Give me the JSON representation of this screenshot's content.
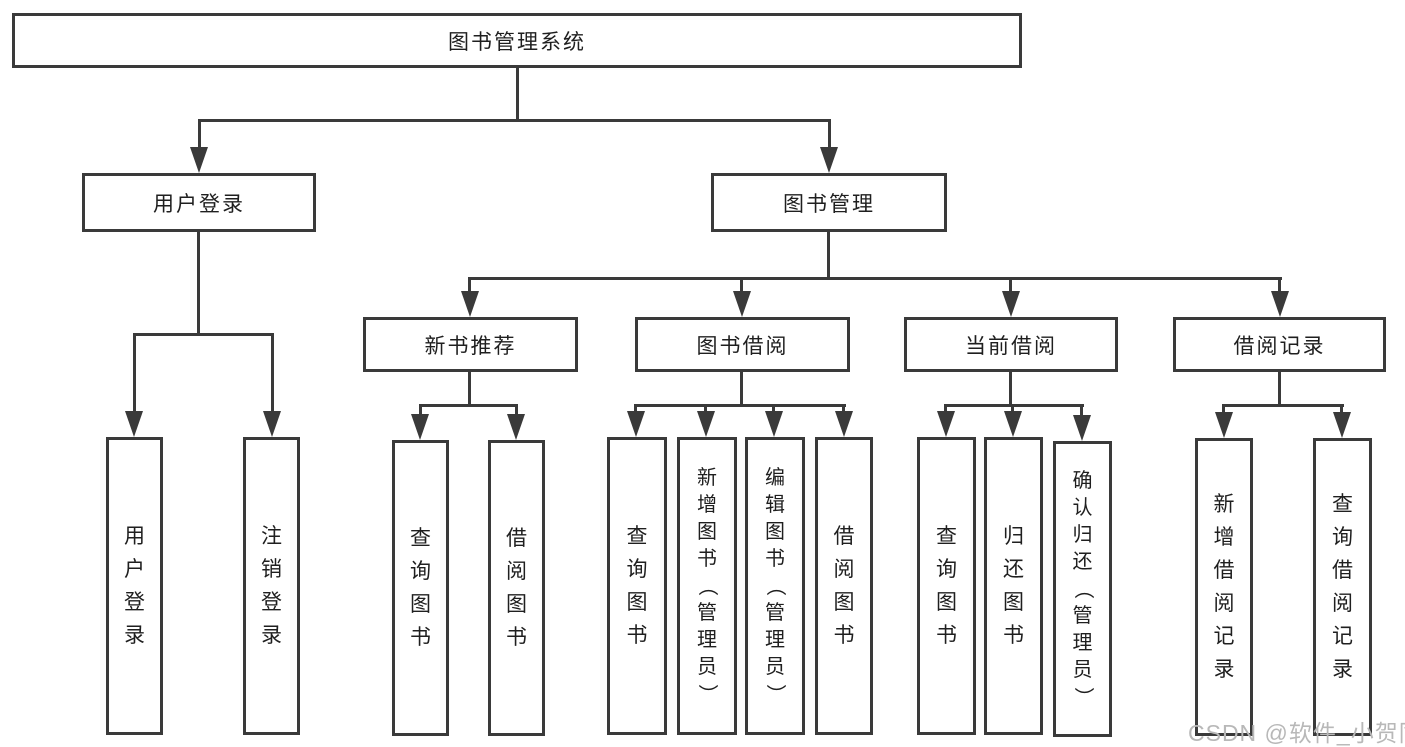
{
  "diagram": {
    "title": "图书管理系统",
    "level2": {
      "user_login": "用户登录",
      "book_management": "图书管理"
    },
    "level3": {
      "new_book_rec": "新书推荐",
      "book_borrow": "图书借阅",
      "current_borrow": "当前借阅",
      "borrow_record": "借阅记录"
    },
    "leaves": {
      "user_login_children": [
        "用户登录",
        "注销登录"
      ],
      "new_book_rec_children": [
        "查询图书",
        "借阅图书"
      ],
      "book_borrow_children": [
        "查询图书",
        "新增图书（管理员）",
        "编辑图书（管理员）",
        "借阅图书"
      ],
      "current_borrow_children": [
        "查询图书",
        "归还图书",
        "确认归还（管理员）"
      ],
      "borrow_record_children": [
        "新增借阅记录",
        "查询借阅记录"
      ]
    },
    "watermark": "CSDN @软件_小贺同学",
    "colors": {
      "line": "#3a3a3a",
      "text": "#1f1f1f",
      "watermark": "#b8b8b8",
      "background": "#ffffff"
    }
  }
}
